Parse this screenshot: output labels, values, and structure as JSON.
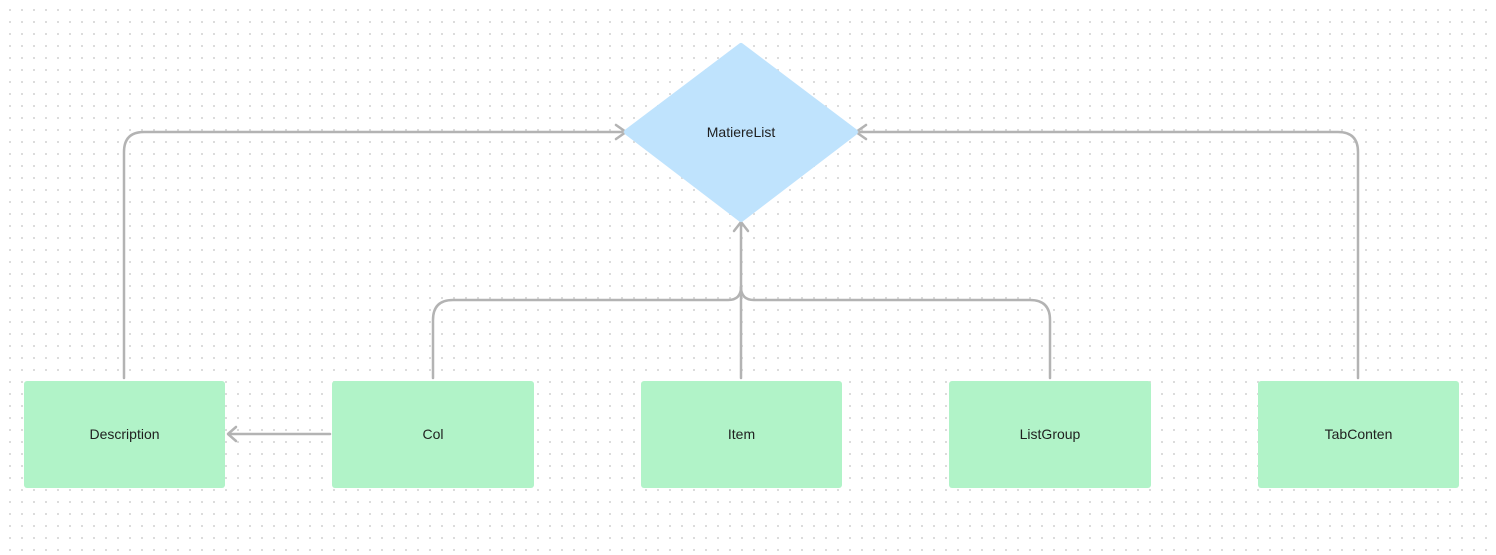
{
  "diagram": {
    "decision": {
      "id": "matierelist",
      "label": "MatiereList",
      "color": "#bfe3fd"
    },
    "boxes": [
      {
        "id": "description",
        "label": "Description"
      },
      {
        "id": "col",
        "label": "Col"
      },
      {
        "id": "item",
        "label": "Item"
      },
      {
        "id": "listgroup",
        "label": "ListGroup"
      },
      {
        "id": "tabconten",
        "label": "TabConten"
      }
    ],
    "box_color": "#b1f3c8",
    "edge_color": "#b3b3b3",
    "edges": [
      {
        "from": "description",
        "to": "matierelist"
      },
      {
        "from": "col",
        "to": "matierelist"
      },
      {
        "from": "item",
        "to": "matierelist"
      },
      {
        "from": "listgroup",
        "to": "matierelist"
      },
      {
        "from": "tabconten",
        "to": "matierelist"
      },
      {
        "from": "col",
        "to": "description"
      }
    ]
  }
}
